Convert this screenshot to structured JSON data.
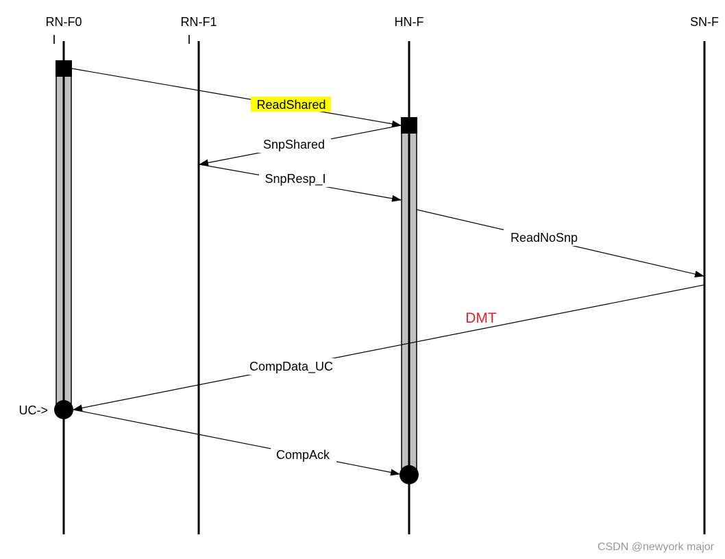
{
  "participants": [
    {
      "id": "rnf0",
      "name": "RN-F0",
      "state": "I"
    },
    {
      "id": "rnf1",
      "name": "RN-F1",
      "state": "I"
    },
    {
      "id": "hnf",
      "name": "HN-F",
      "state": ""
    },
    {
      "id": "snf",
      "name": "SN-F",
      "state": ""
    }
  ],
  "messages": [
    {
      "id": "readshared",
      "label": "ReadShared",
      "from": "rnf0",
      "to": "hnf",
      "highlight": "#ffff00"
    },
    {
      "id": "snpshared",
      "label": "SnpShared",
      "from": "hnf",
      "to": "rnf1"
    },
    {
      "id": "snpresp",
      "label": "SnpResp_I",
      "from": "rnf1",
      "to": "hnf"
    },
    {
      "id": "readnosnp",
      "label": "ReadNoSnp",
      "from": "hnf",
      "to": "snf"
    },
    {
      "id": "compdata",
      "label": "CompData_UC",
      "from": "snf",
      "to": "rnf0"
    },
    {
      "id": "compack",
      "label": "CompAck",
      "from": "rnf0",
      "to": "hnf"
    }
  ],
  "annotations": {
    "dmt": {
      "text": "DMT",
      "color": "#e0232a"
    },
    "final_state": {
      "text": "UC->"
    }
  },
  "watermark": {
    "text": "CSDN @newyork major"
  },
  "colors": {
    "activation_fill": "#c0c0c0",
    "line": "#000000"
  }
}
